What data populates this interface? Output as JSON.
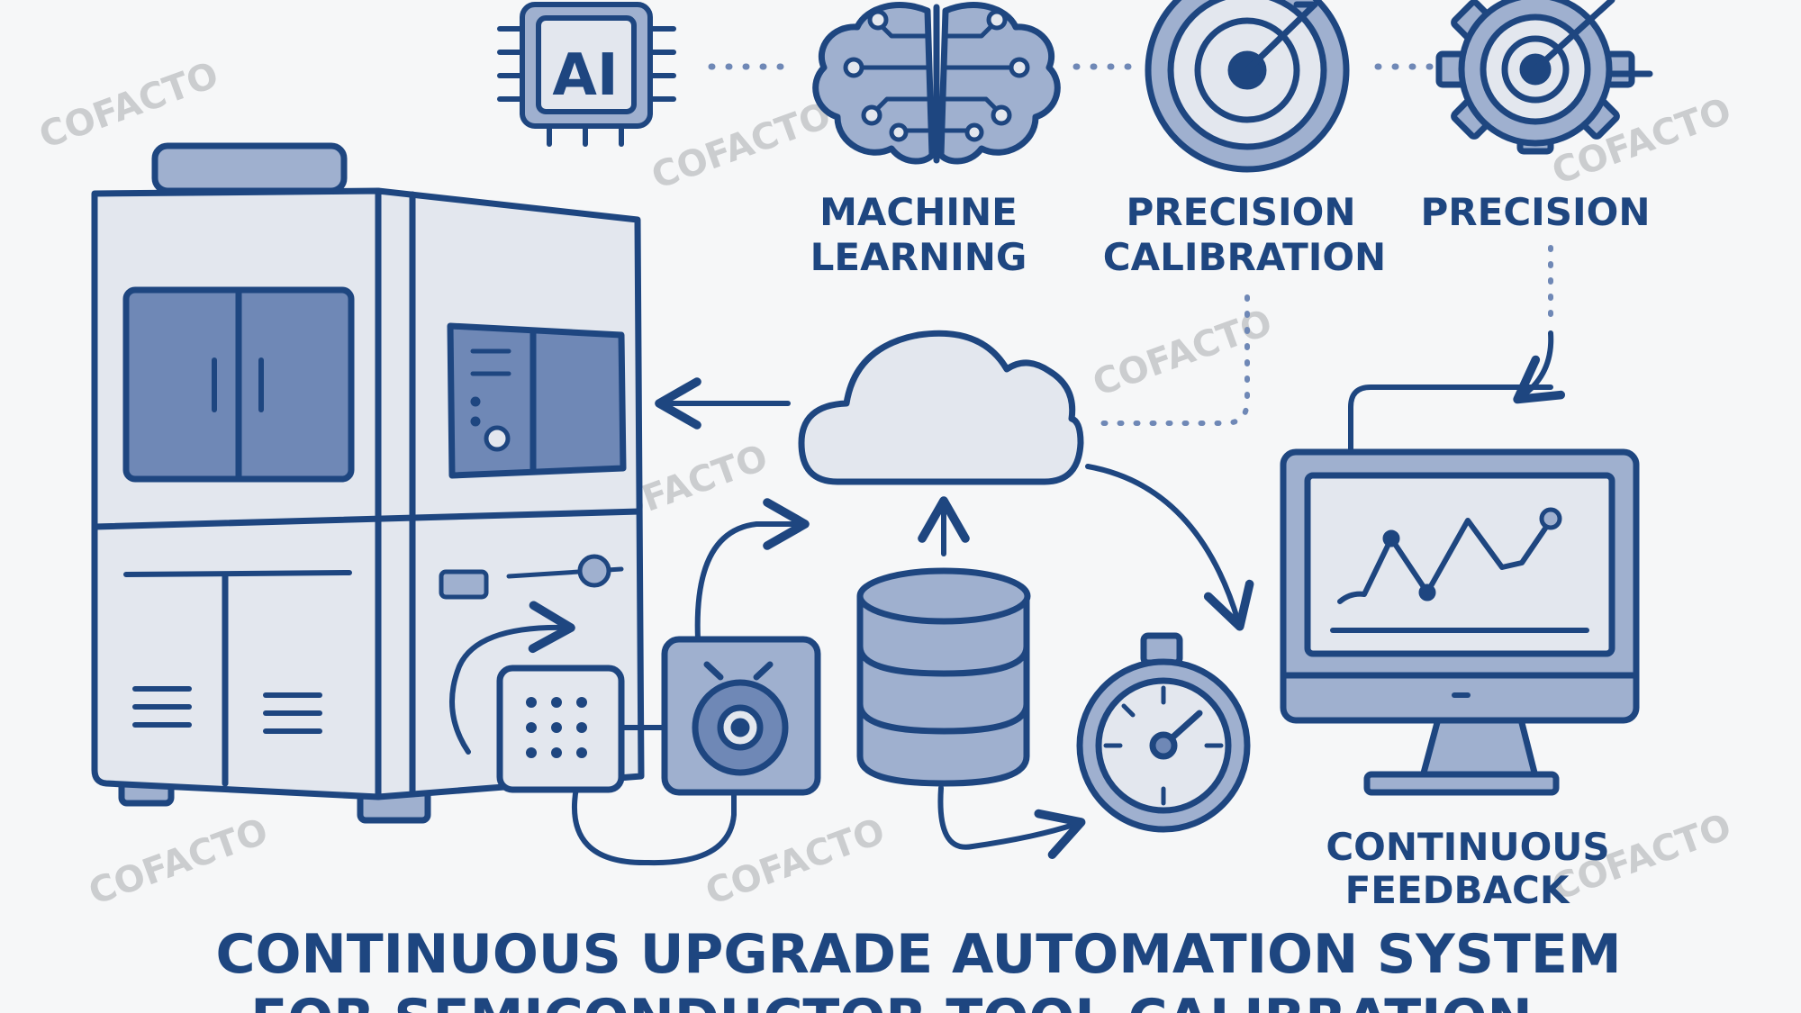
{
  "labels": {
    "ai_chip": "AI",
    "machine_learning_1": "MACHINE",
    "machine_learning_2": "LEARNING",
    "precision_calibration_1": "PRECISION",
    "precision_calibration_2": "CALIBRATION",
    "precision": "PRECISION",
    "continuous_feedback_1": "CONTINUOUS",
    "continuous_feedback_2": "FEEDBACK"
  },
  "title": {
    "line1": "CONTINUOUS UPGRADE AUTOMATION SYSTEM",
    "line2": "FOR SEMICONDUCTOR TOOL CALIBRATION"
  },
  "watermark": "COFACTO",
  "colors": {
    "stroke": "#1e4680",
    "fill_light": "#e3e7ee",
    "fill_mid": "#9fb0cf",
    "fill_dark": "#6f88b6",
    "background": "#f6f7f8"
  }
}
